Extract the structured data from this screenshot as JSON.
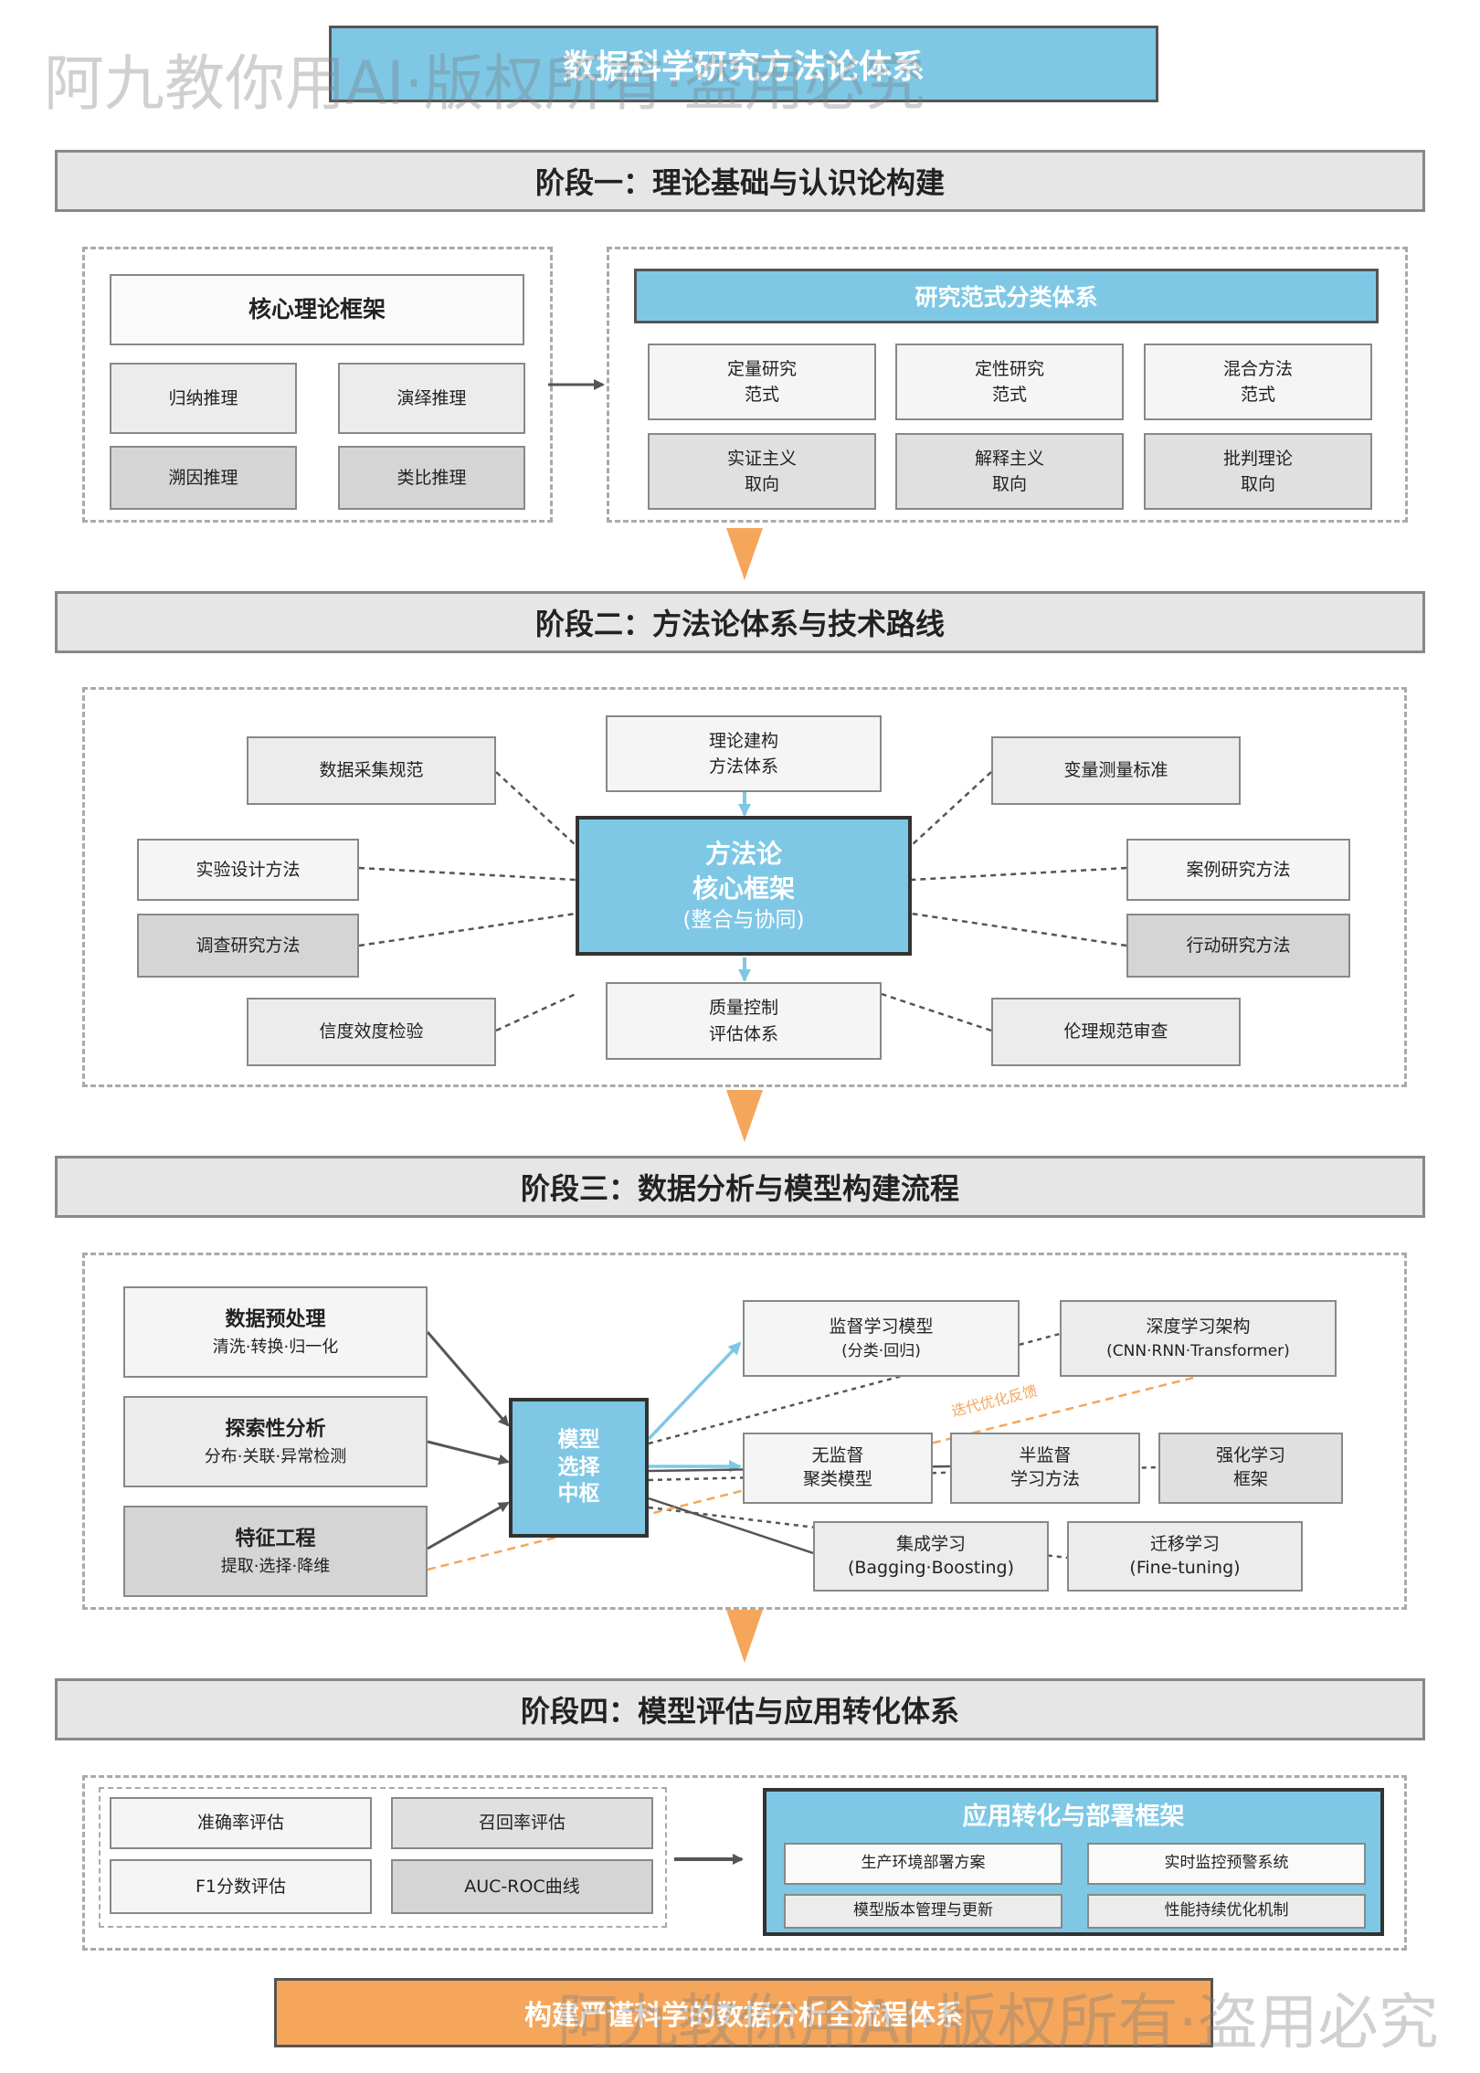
{
  "title": "数据科学研究方法论体系",
  "watermark": "阿九教你用AI·版权所有·盗用必究",
  "stage1": {
    "title": "阶段一：理论基础与认识论构建",
    "core_title": "核心理论框架",
    "reasoning": [
      "归纳推理",
      "演绎推理",
      "溯因推理",
      "类比推理"
    ],
    "paradigm_title": "研究范式分类体系",
    "paradigms": [
      {
        "l1": "定量研究",
        "l2": "范式"
      },
      {
        "l1": "定性研究",
        "l2": "范式"
      },
      {
        "l1": "混合方法",
        "l2": "范式"
      },
      {
        "l1": "实证主义",
        "l2": "取向"
      },
      {
        "l1": "解释主义",
        "l2": "取向"
      },
      {
        "l1": "批判理论",
        "l2": "取向"
      }
    ]
  },
  "stage2": {
    "title": "阶段二：方法论体系与技术路线",
    "center": {
      "l1": "方法论",
      "l2": "核心框架",
      "l3": "(整合与协同)"
    },
    "top": {
      "l1": "理论建构",
      "l2": "方法体系"
    },
    "bottom": {
      "l1": "质量控制",
      "l2": "评估体系"
    },
    "data_collection": "数据采集规范",
    "variable_measure": "变量测量标准",
    "experiment": "实验设计方法",
    "survey": "调查研究方法",
    "case_study": "案例研究方法",
    "action_research": "行动研究方法",
    "reliability": "信度效度检验",
    "ethics": "伦理规范审查"
  },
  "stage3": {
    "title": "阶段三：数据分析与模型构建流程",
    "inputs": [
      {
        "title": "数据预处理",
        "sub": "清洗·转换·归一化"
      },
      {
        "title": "探索性分析",
        "sub": "分布·关联·异常检测"
      },
      {
        "title": "特征工程",
        "sub": "提取·选择·降维"
      }
    ],
    "hub": {
      "l1": "模型",
      "l2": "选择",
      "l3": "中枢"
    },
    "supervised": {
      "l1": "监督学习模型",
      "l2": "(分类·回归)"
    },
    "deep": {
      "l1": "深度学习架构",
      "l2": "(CNN·RNN·Transformer)"
    },
    "unsupervised": {
      "l1": "无监督",
      "l2": "聚类模型"
    },
    "semi": {
      "l1": "半监督",
      "l2": "学习方法"
    },
    "reinforce": {
      "l1": "强化学习",
      "l2": "框架"
    },
    "ensemble": {
      "l1": "集成学习",
      "l2": "(Bagging·Boosting)"
    },
    "transfer": {
      "l1": "迁移学习",
      "l2": "(Fine-tuning)"
    },
    "feedback": "迭代优化反馈"
  },
  "stage4": {
    "title": "阶段四：模型评估与应用转化体系",
    "metrics": [
      "准确率评估",
      "召回率评估",
      "F1分数评估",
      "AUC-ROC曲线"
    ],
    "deploy_title": "应用转化与部署框架",
    "deploy_items": [
      "生产环境部署方案",
      "实时监控预警系统",
      "模型版本管理与更新",
      "性能持续优化机制"
    ]
  },
  "footer": "构建严谨科学的数据分析全流程体系",
  "colors": {
    "blue": "#7ec8e6",
    "orange": "#f5a65b",
    "gray_border": "#888888"
  }
}
